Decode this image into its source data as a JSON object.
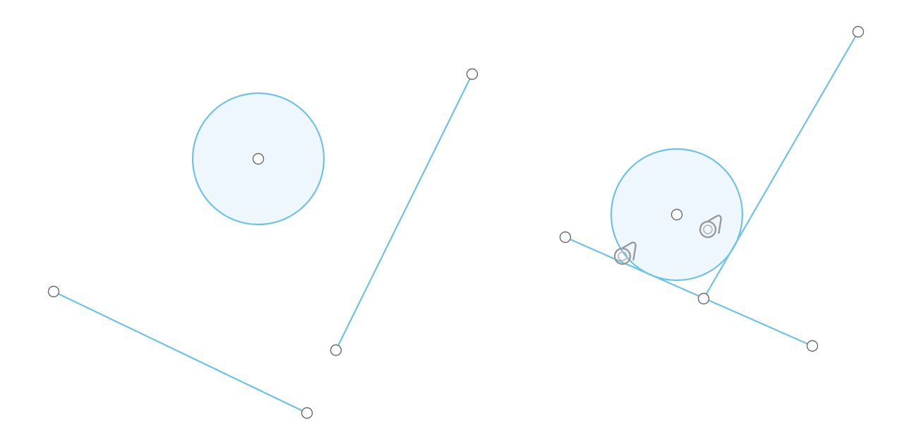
{
  "scene": {
    "colors": {
      "stroke": "#6cc3ea",
      "fill": "#eef7fd",
      "handle_stroke": "#6a6a6a",
      "icon": "#9a9a9a"
    },
    "before_group": {
      "circle": {
        "label": "circle"
      },
      "line_a": {
        "label": "line"
      },
      "line_b": {
        "label": "line"
      }
    },
    "after_group": {
      "circle": {
        "label": "circle"
      },
      "line_a": {
        "label": "line"
      },
      "line_b": {
        "label": "line"
      },
      "constraints": [
        {
          "icon": "tangent-constraint-icon"
        },
        {
          "icon": "tangent-constraint-icon"
        }
      ]
    }
  }
}
